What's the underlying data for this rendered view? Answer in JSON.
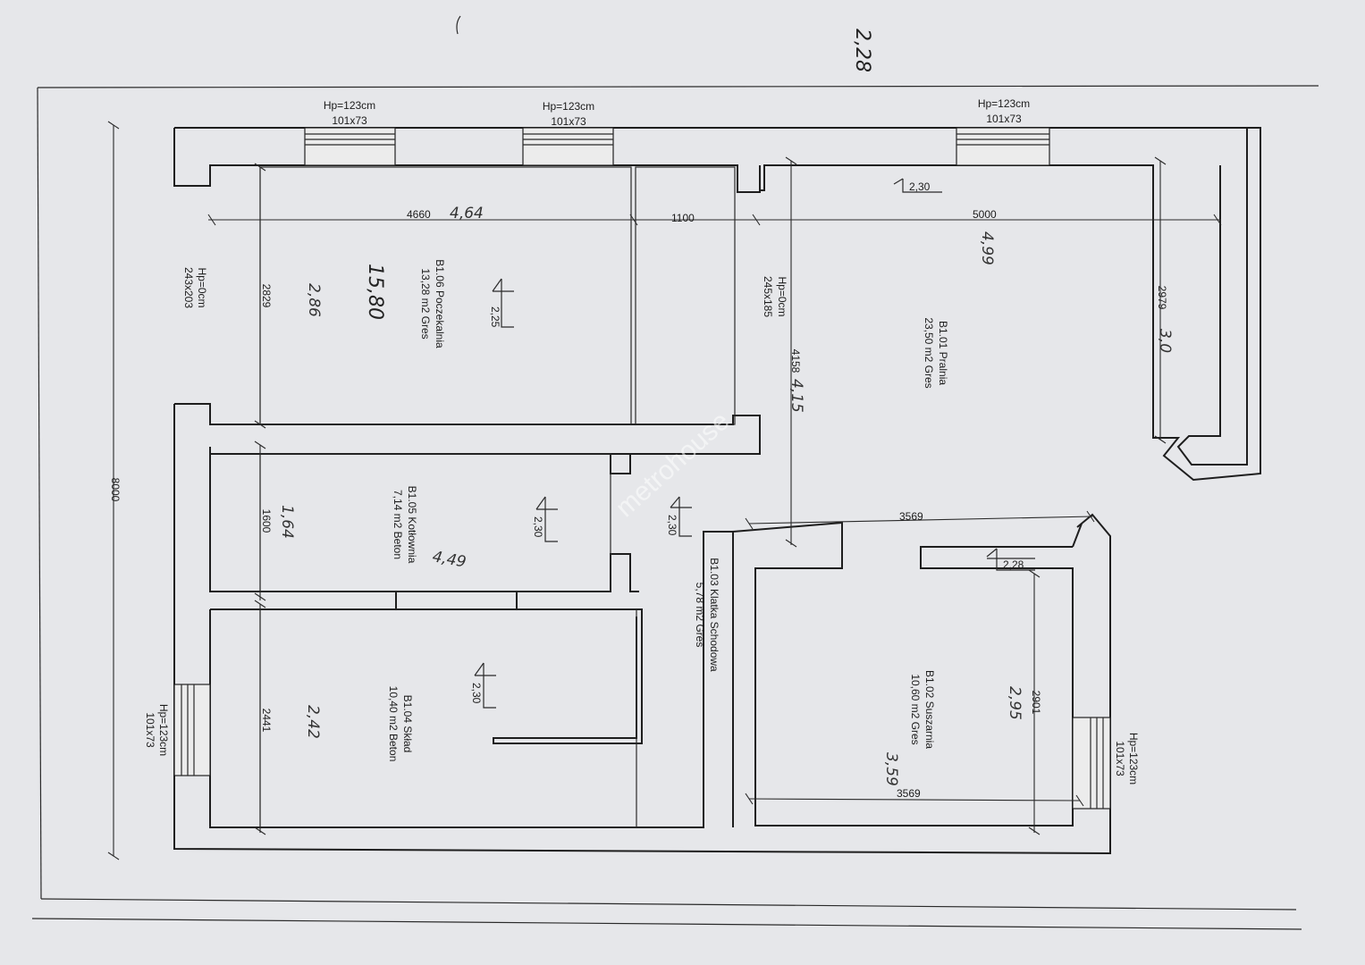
{
  "corner_note": "2,28",
  "windows": [
    {
      "hp": "Hp=123cm",
      "size": "101x73"
    },
    {
      "hp": "Hp=123cm",
      "size": "101x73"
    },
    {
      "hp": "Hp=123cm",
      "size": "101x73"
    },
    {
      "hp": "Hp=123cm",
      "size": "101x73"
    },
    {
      "hp": "Hp=123cm",
      "size": "101x73"
    }
  ],
  "doors": [
    {
      "hp": "Hp=0cm",
      "size": "243x203"
    },
    {
      "hp": "Hp=0cm",
      "size": "245x185"
    }
  ],
  "rooms": {
    "b106": {
      "name": "B1.06 Poczekalnia",
      "area": "13,28 m2 Gres"
    },
    "b101": {
      "name": "B1.01 Pralnia",
      "area": "23,50 m2 Gres"
    },
    "b105": {
      "name": "B1.05 Kotłownia",
      "area": "7,14 m2 Beton"
    },
    "b103": {
      "name": "B1.03 Klatka Schodowa",
      "area": "5,78 m2 Gres"
    },
    "b104": {
      "name": "B1.04 Skład",
      "area": "10,40 m2 Beton"
    },
    "b102": {
      "name": "B1.02 Suszarnia",
      "area": "10,60 m2 Gres"
    }
  },
  "dimensions": {
    "d4660": "4660",
    "d1100": "1100",
    "d5000": "5000",
    "d2829": "2829",
    "d2979": "2979",
    "d4158": "4158",
    "d1600": "1600",
    "d2441": "2441",
    "d8000": "8000",
    "d3569_top": "3569",
    "d3569_bottom": "3569",
    "d2901": "2901"
  },
  "levels": {
    "l106": "2,25",
    "l101": "2,30",
    "l105": "2,30",
    "l103": "2,30",
    "l104": "2,30",
    "l102": "2,28"
  },
  "handwritten": {
    "h464": "4,64",
    "h499": "4,99",
    "h286": "2,86",
    "h1580": "15,80",
    "h30": "3,0",
    "h415": "4,15",
    "h164": "1,64",
    "h449": "4,49",
    "h242": "2,42",
    "h295": "2,95",
    "h359": "3,59"
  },
  "watermark": "metrohouse"
}
